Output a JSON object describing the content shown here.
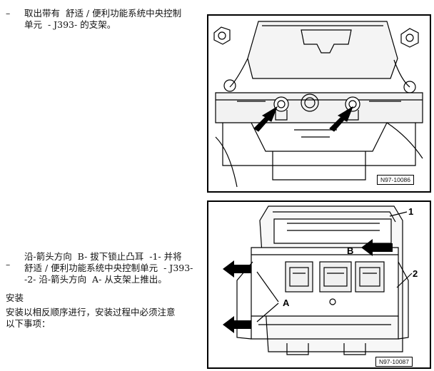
{
  "steps": [
    {
      "bullet": "–",
      "text": "取出带有  舒适 / 便利功能系统中央控制\n单元  - J393- 的支架。"
    },
    {
      "bullet": "–",
      "text": "沿-箭头方向  B- 拔下锁止凸耳  -1- 并将\n舒适 / 便利功能系统中央控制单元  - J393-\n-2- 沿-箭头方向  A- 从支架上推出。"
    }
  ],
  "install": {
    "heading": "安装",
    "note": "安装以相反顺序进行，安装过程中必须注意\n以下事项："
  },
  "figures": {
    "top": {
      "code": "N97-10086"
    },
    "bottom": {
      "code": "N97-10087",
      "labels": {
        "one": "1",
        "two": "2",
        "a": "A",
        "b": "B"
      }
    }
  }
}
